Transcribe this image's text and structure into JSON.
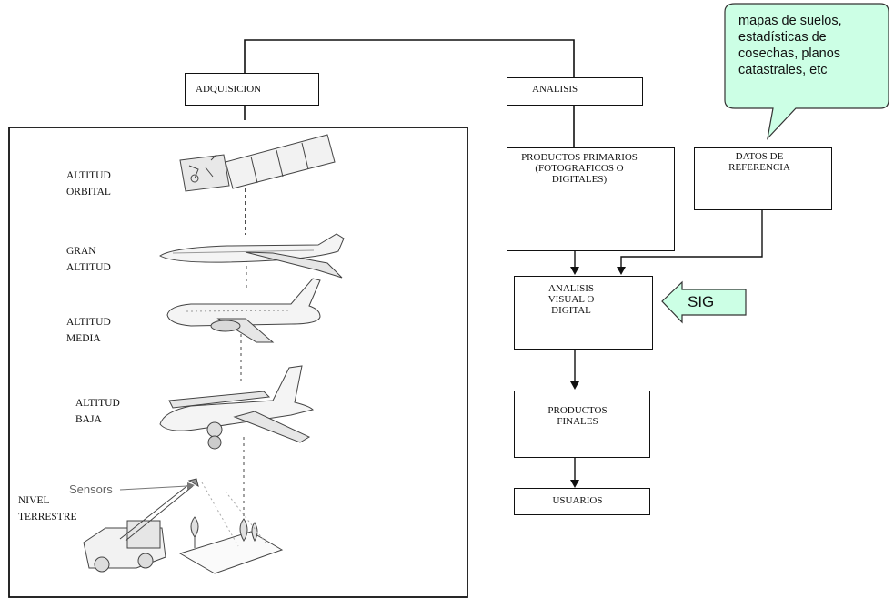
{
  "diagram": {
    "adquisicion": "ADQUISICION",
    "analisis": "ANALISIS",
    "productos_primarios": "PRODUCTOS PRIMARIOS (FOTOGRAFICOS O DIGITALES)",
    "datos_referencia": "DATOS DE REFERENCIA",
    "analisis_visual": "ANALISIS VISUAL O DIGITAL",
    "productos_finales": "PRODUCTOS FINALES",
    "usuarios": "USUARIOS",
    "callout": "mapas de suelos, estadísticas de cosechas, planos catastrales, etc",
    "sig": "SIG",
    "altitudes": {
      "orbital": "ALTITUD\nORBITAL",
      "gran": "GRAN\nALTITUD",
      "media": "ALTITUD\nMEDIA",
      "baja": "ALTITUD\nBAJA",
      "terrestre": "NIVEL\nTERRESTRE"
    },
    "sensors": "Sensors"
  },
  "colors": {
    "callout_fill": "#ccffe5",
    "sig_fill": "#ccffe5",
    "line": "#111111"
  }
}
